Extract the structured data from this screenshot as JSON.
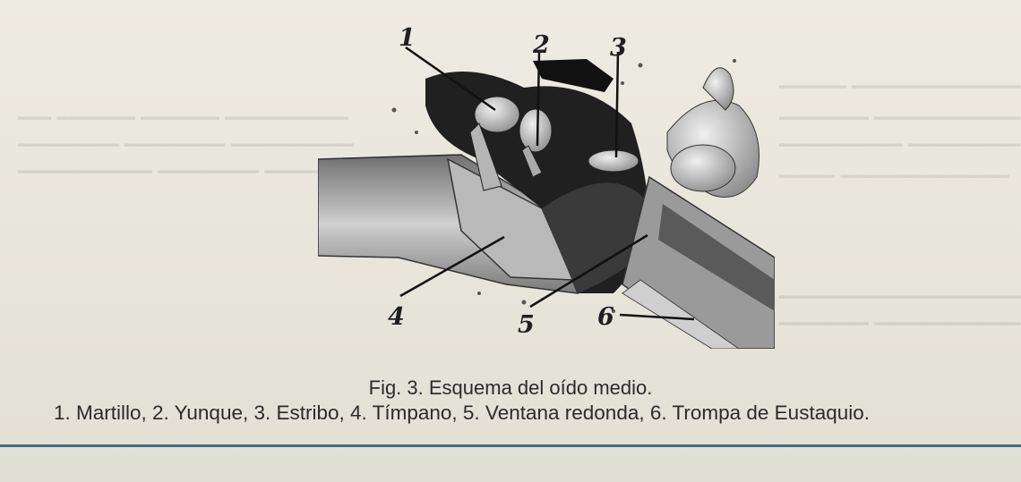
{
  "figure": {
    "caption_title": "Fig. 3. Esquema del oído medio.",
    "caption_legend": "1. Martillo, 2. Yunque, 3. Estribo, 4. Tímpano, 5. Ventana redonda, 6. Trompa de Eustaquio.",
    "callouts": [
      "1",
      "2",
      "3",
      "4",
      "5",
      "6"
    ]
  },
  "colors": {
    "rule": "#3b6d87",
    "paper": "#eeebe2",
    "ink": "#2b2b2b"
  }
}
